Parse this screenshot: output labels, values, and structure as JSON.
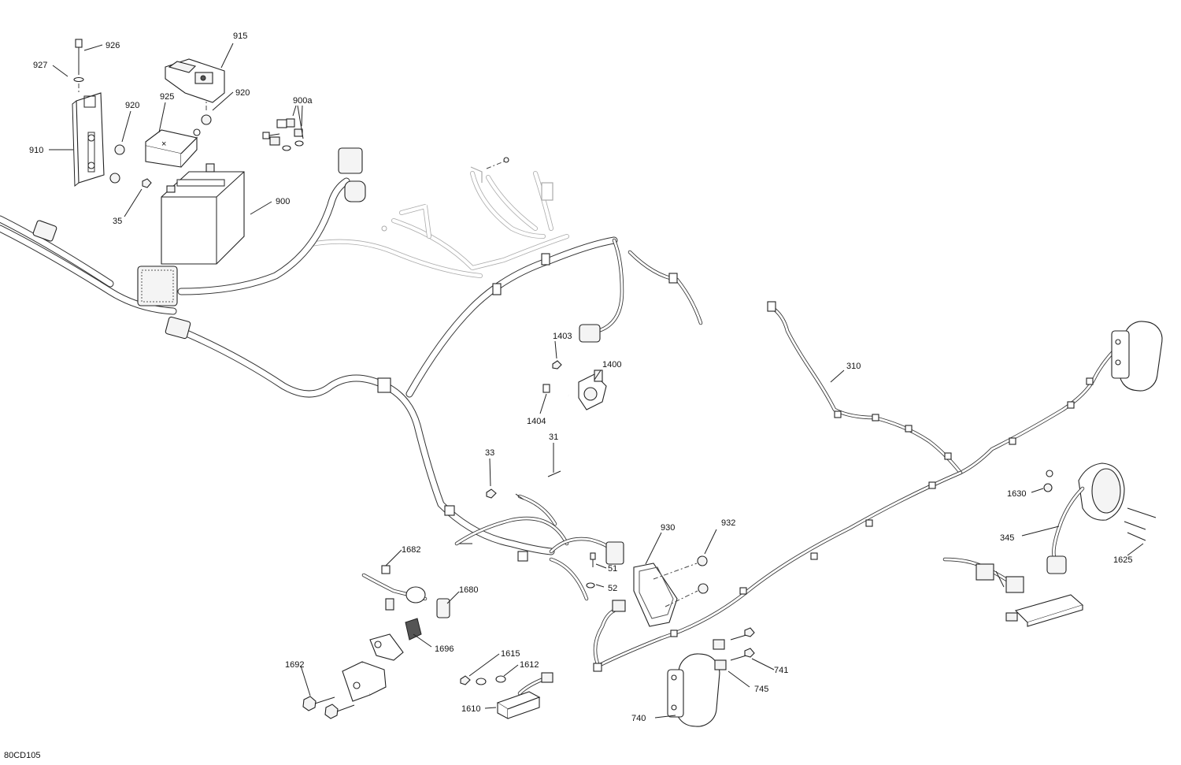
{
  "diagram": {
    "code": "80CD105",
    "callouts": [
      {
        "id": "926",
        "label": "926"
      },
      {
        "id": "927",
        "label": "927"
      },
      {
        "id": "915",
        "label": "915"
      },
      {
        "id": "920a",
        "label": "920"
      },
      {
        "id": "920b",
        "label": "920"
      },
      {
        "id": "925",
        "label": "925"
      },
      {
        "id": "900a",
        "label": "900a"
      },
      {
        "id": "910",
        "label": "910"
      },
      {
        "id": "35",
        "label": "35"
      },
      {
        "id": "900",
        "label": "900"
      },
      {
        "id": "1403",
        "label": "1403"
      },
      {
        "id": "1400",
        "label": "1400"
      },
      {
        "id": "1404",
        "label": "1404"
      },
      {
        "id": "310",
        "label": "310"
      },
      {
        "id": "33",
        "label": "33"
      },
      {
        "id": "31",
        "label": "31"
      },
      {
        "id": "1630",
        "label": "1630"
      },
      {
        "id": "345",
        "label": "345"
      },
      {
        "id": "1625",
        "label": "1625"
      },
      {
        "id": "930",
        "label": "930"
      },
      {
        "id": "932",
        "label": "932"
      },
      {
        "id": "1682",
        "label": "1682"
      },
      {
        "id": "51",
        "label": "51"
      },
      {
        "id": "52",
        "label": "52"
      },
      {
        "id": "1680",
        "label": "1680"
      },
      {
        "id": "1696",
        "label": "1696"
      },
      {
        "id": "1615",
        "label": "1615"
      },
      {
        "id": "1612",
        "label": "1612"
      },
      {
        "id": "1692",
        "label": "1692"
      },
      {
        "id": "1610",
        "label": "1610"
      },
      {
        "id": "741",
        "label": "741"
      },
      {
        "id": "745",
        "label": "745"
      },
      {
        "id": "740",
        "label": "740"
      }
    ]
  }
}
